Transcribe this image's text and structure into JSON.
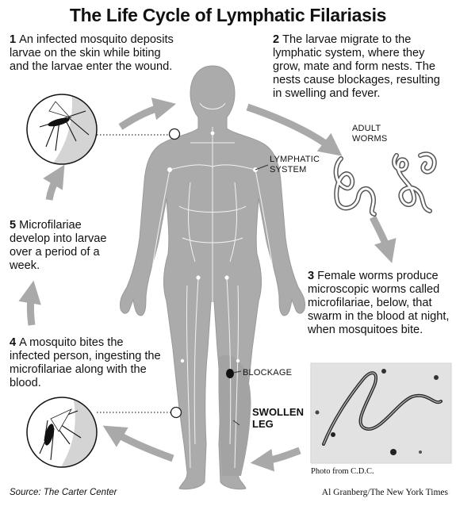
{
  "title": "The Life Cycle of Lymphatic Filariasis",
  "steps": [
    {
      "num": "1",
      "text": "An infected mosquito deposits larvae on the skin while biting and the larvae enter the wound."
    },
    {
      "num": "2",
      "text": "The larvae migrate to the lymphatic system, where they grow, mate and form nests. The nests cause blockages, resulting in swelling and fever."
    },
    {
      "num": "3",
      "text": "Female worms produce microscopic worms called microfilariae, below, that swarm in the blood at night, when mosquitoes bite."
    },
    {
      "num": "4",
      "text": "A mosquito bites the infected person, ingesting the microfilariae along with the blood."
    },
    {
      "num": "5",
      "text": "Microfilariae develop into larvae over a period of a week."
    }
  ],
  "labels": {
    "adult_worms": "ADULT WORMS",
    "lymphatic_system": "LYMPHATIC SYSTEM",
    "blockage": "BLOCKAGE",
    "swollen_leg": "SWOLLEN LEG"
  },
  "photo_credit": "Photo from C.D.C.",
  "source": "Source: The Carter Center",
  "credit": "Al Granberg/The New York Times"
}
